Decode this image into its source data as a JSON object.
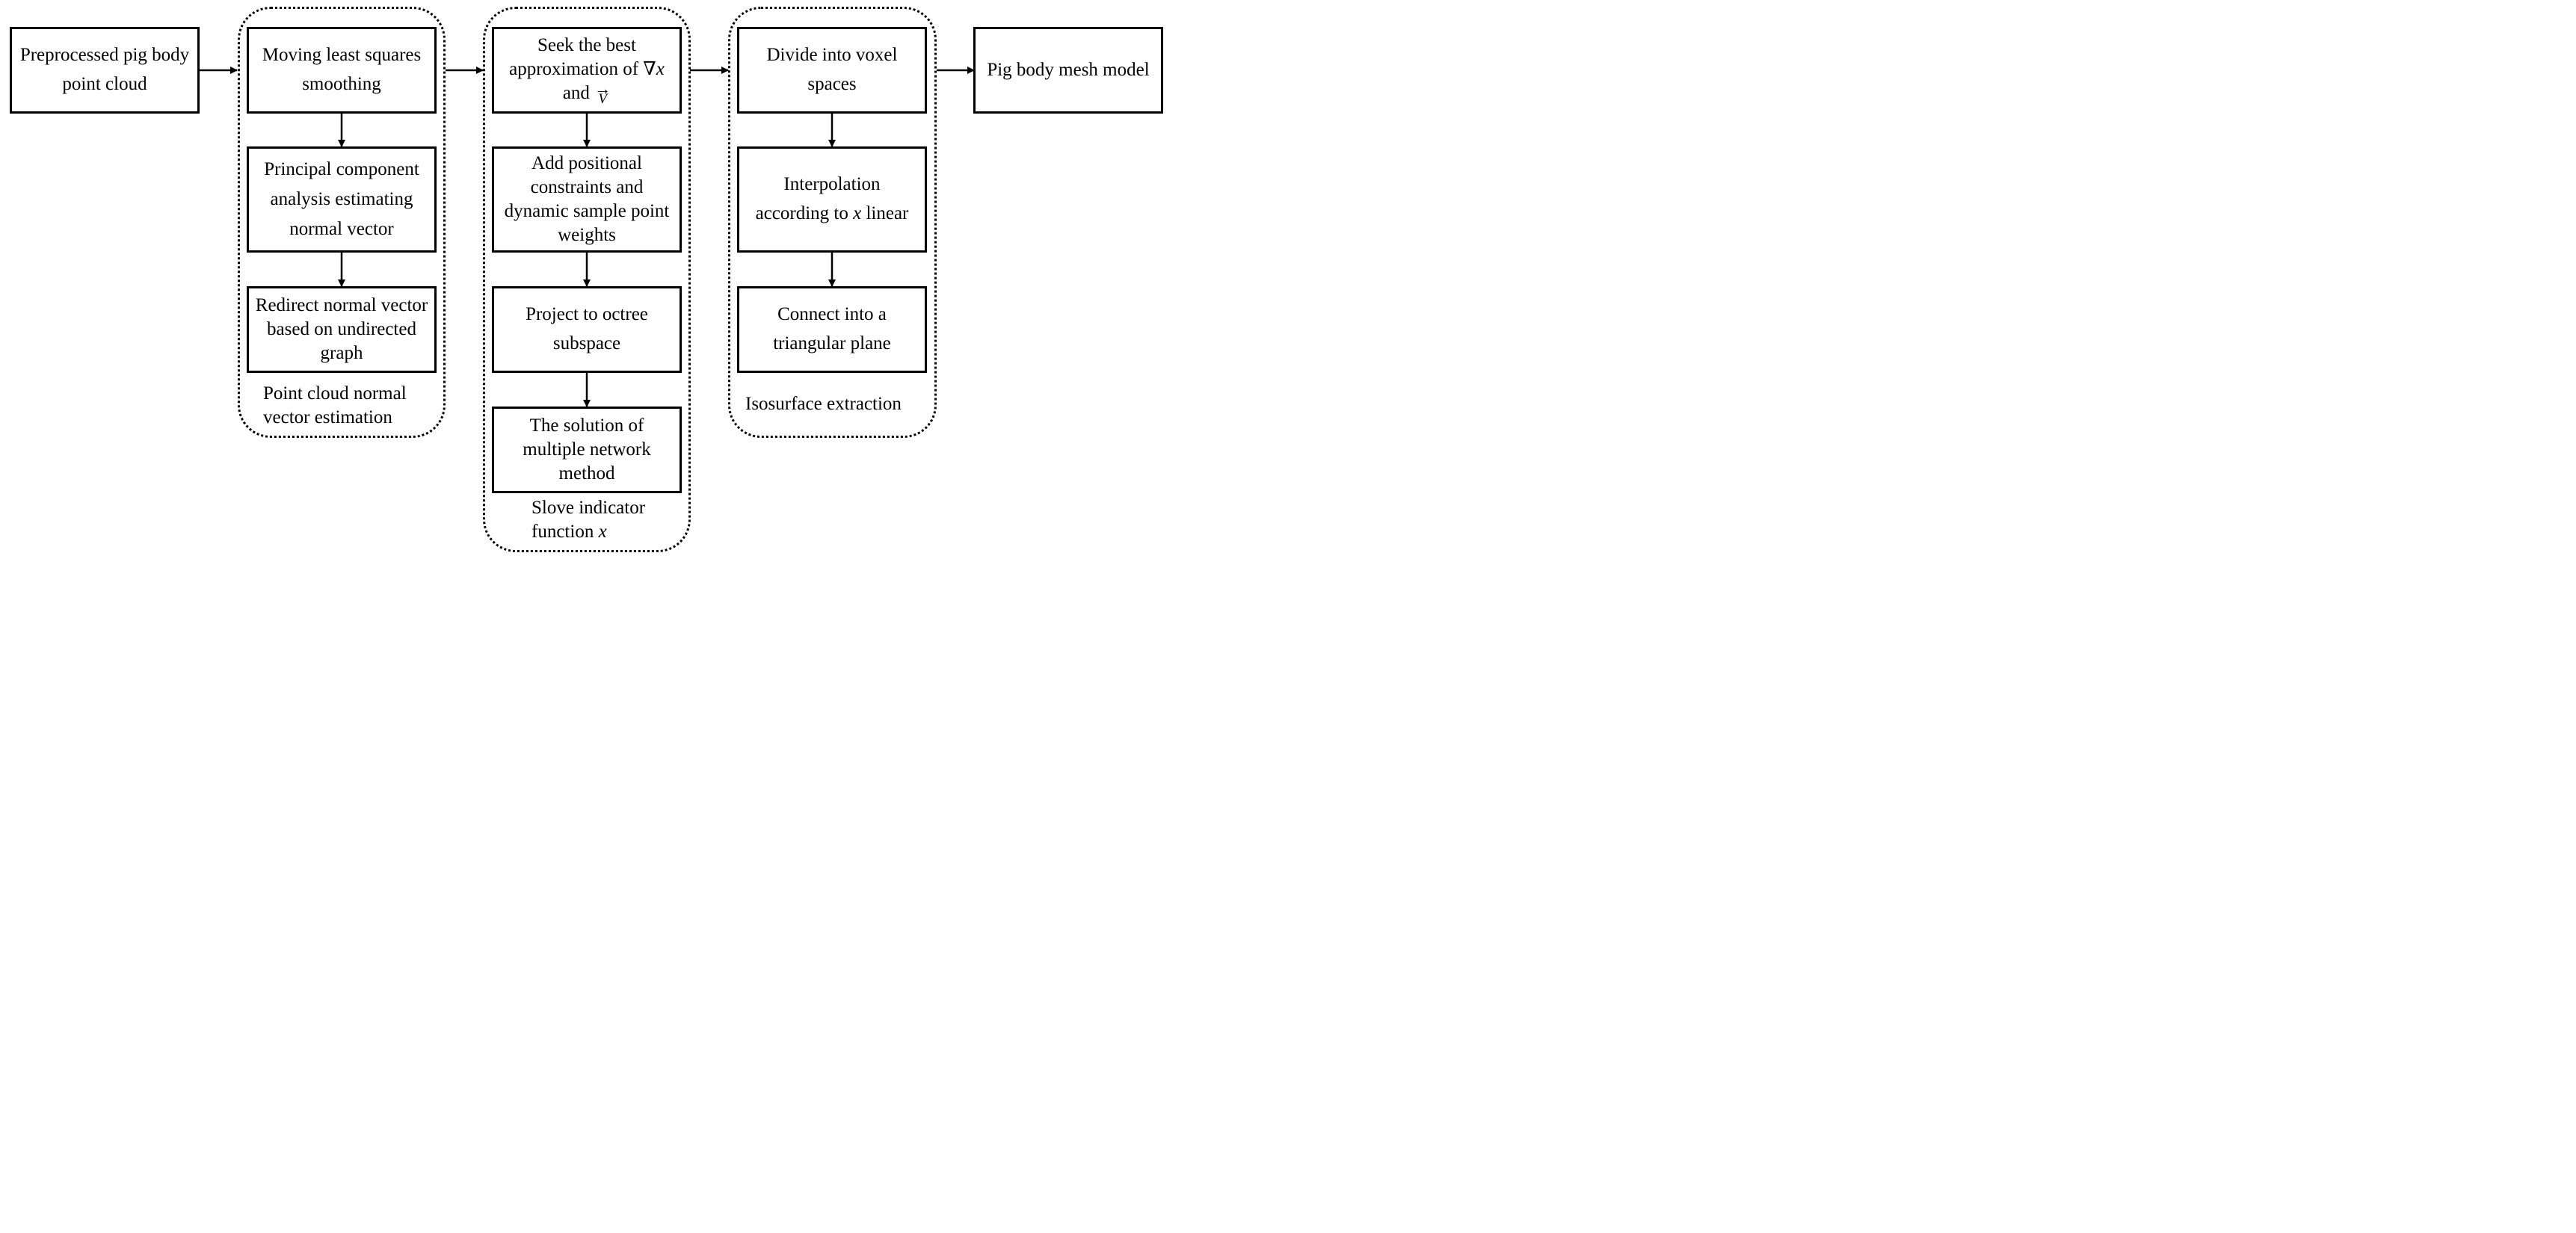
{
  "diagram": {
    "start_box": "Preprocessed pig body point cloud",
    "end_box": "Pig body mesh model",
    "groups": {
      "normal": {
        "label": "Point cloud normal vector estimation",
        "steps": [
          "Moving least squares smoothing",
          "Principal component analysis estimating normal vector",
          "Redirect normal vector based on undirected graph"
        ]
      },
      "indicator": {
        "label_prefix": "Slove indicator function",
        "label_var": "x",
        "step1_line1": "Seek the best",
        "step1_line2": "approximation of",
        "step1_symbol": "∇x",
        "step1_and": "and",
        "step1_vec_arrow": "→",
        "step1_vec_letter": "V",
        "steps": [
          "Add positional constraints and dynamic sample point weights",
          "Project to octree subspace",
          "The solution of multiple network method"
        ]
      },
      "iso": {
        "label": "Isosurface extraction",
        "step1": "Divide into voxel spaces",
        "step2_prefix": "Interpolation according to",
        "step2_var": "x",
        "step2_suffix": "linear",
        "step3": "Connect into a triangular plane"
      }
    }
  }
}
